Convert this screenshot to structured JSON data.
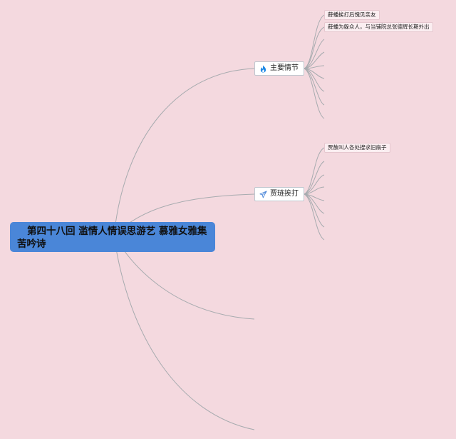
{
  "root": {
    "title": "第四十八回 滥情人情误思游艺 慕雅女雅集苦吟诗"
  },
  "branches": [
    {
      "label": "主要情节",
      "icon": "flame-icon",
      "icon_color": "#1e88e5",
      "children": [
        "薛蟠挨打后愧见亲友",
        "薛蟠为躲众人，与当铺院总张德辉长期外出"
      ]
    },
    {
      "label": "贾琏挨打",
      "icon": "paper-plane-icon",
      "icon_color": "#4a86d8",
      "children": [
        "贾赦叫人各处搜求旧扇子"
      ]
    }
  ],
  "colors": {
    "background": "#f4d9df",
    "root": "#4a86d8",
    "line": "#a7abaf"
  }
}
